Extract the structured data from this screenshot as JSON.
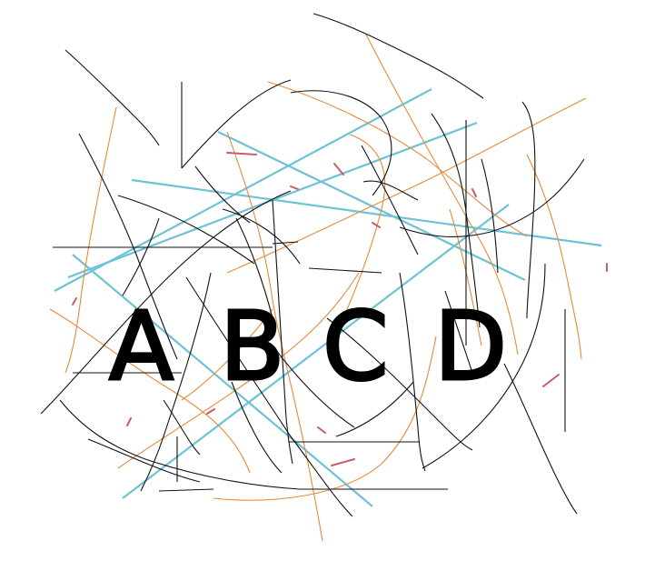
{
  "captcha": {
    "letters": [
      "A",
      "B",
      "C",
      "D"
    ],
    "colors": {
      "text": "#000000",
      "noise_black": "#111111",
      "noise_orange": "#e88a3a",
      "noise_blue": "#6cc3d5",
      "noise_red": "#c85a6a",
      "background": "#ffffff"
    }
  }
}
